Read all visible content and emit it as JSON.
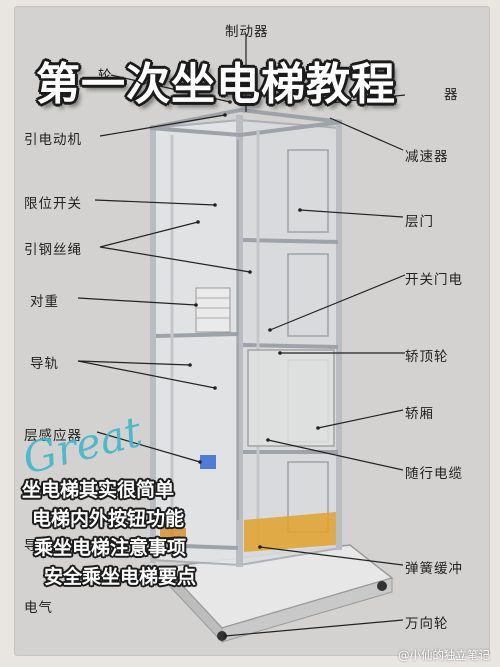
{
  "title": "第一次坐电梯教程",
  "labels": {
    "brake": "制动器",
    "top_left_partial": "轮",
    "top_right_partial": "器",
    "traction_machine": "引电动机",
    "reducer": "减速器",
    "limit_switch": "限位开关",
    "landing_door": "层门",
    "steel_rope": "引钢丝绳",
    "door_motor": "开关门电",
    "counterweight": "对重",
    "car_top_wheel": "轿顶轮",
    "guide_rail": "导轨",
    "car": "轿厢",
    "floor_sensor": "层感应器",
    "travel_cable": "随行电缆",
    "rail_bracket": "导轨支架",
    "spring_buffer": "弹簧缓冲",
    "electric_partial": "电气",
    "caster": "万向轮"
  },
  "bullets": [
    "坐电梯其实很简单",
    "电梯内外按钮功能",
    "乘坐电梯注意事项",
    "安全乘坐电梯要点"
  ],
  "script_text": "Great",
  "watermark": "@小仙的独立笔记",
  "colors": {
    "background": "#d3d2d1",
    "frame": "#b9bcc0",
    "buffer": "#e2a22d",
    "script": "#3fb7c9"
  }
}
